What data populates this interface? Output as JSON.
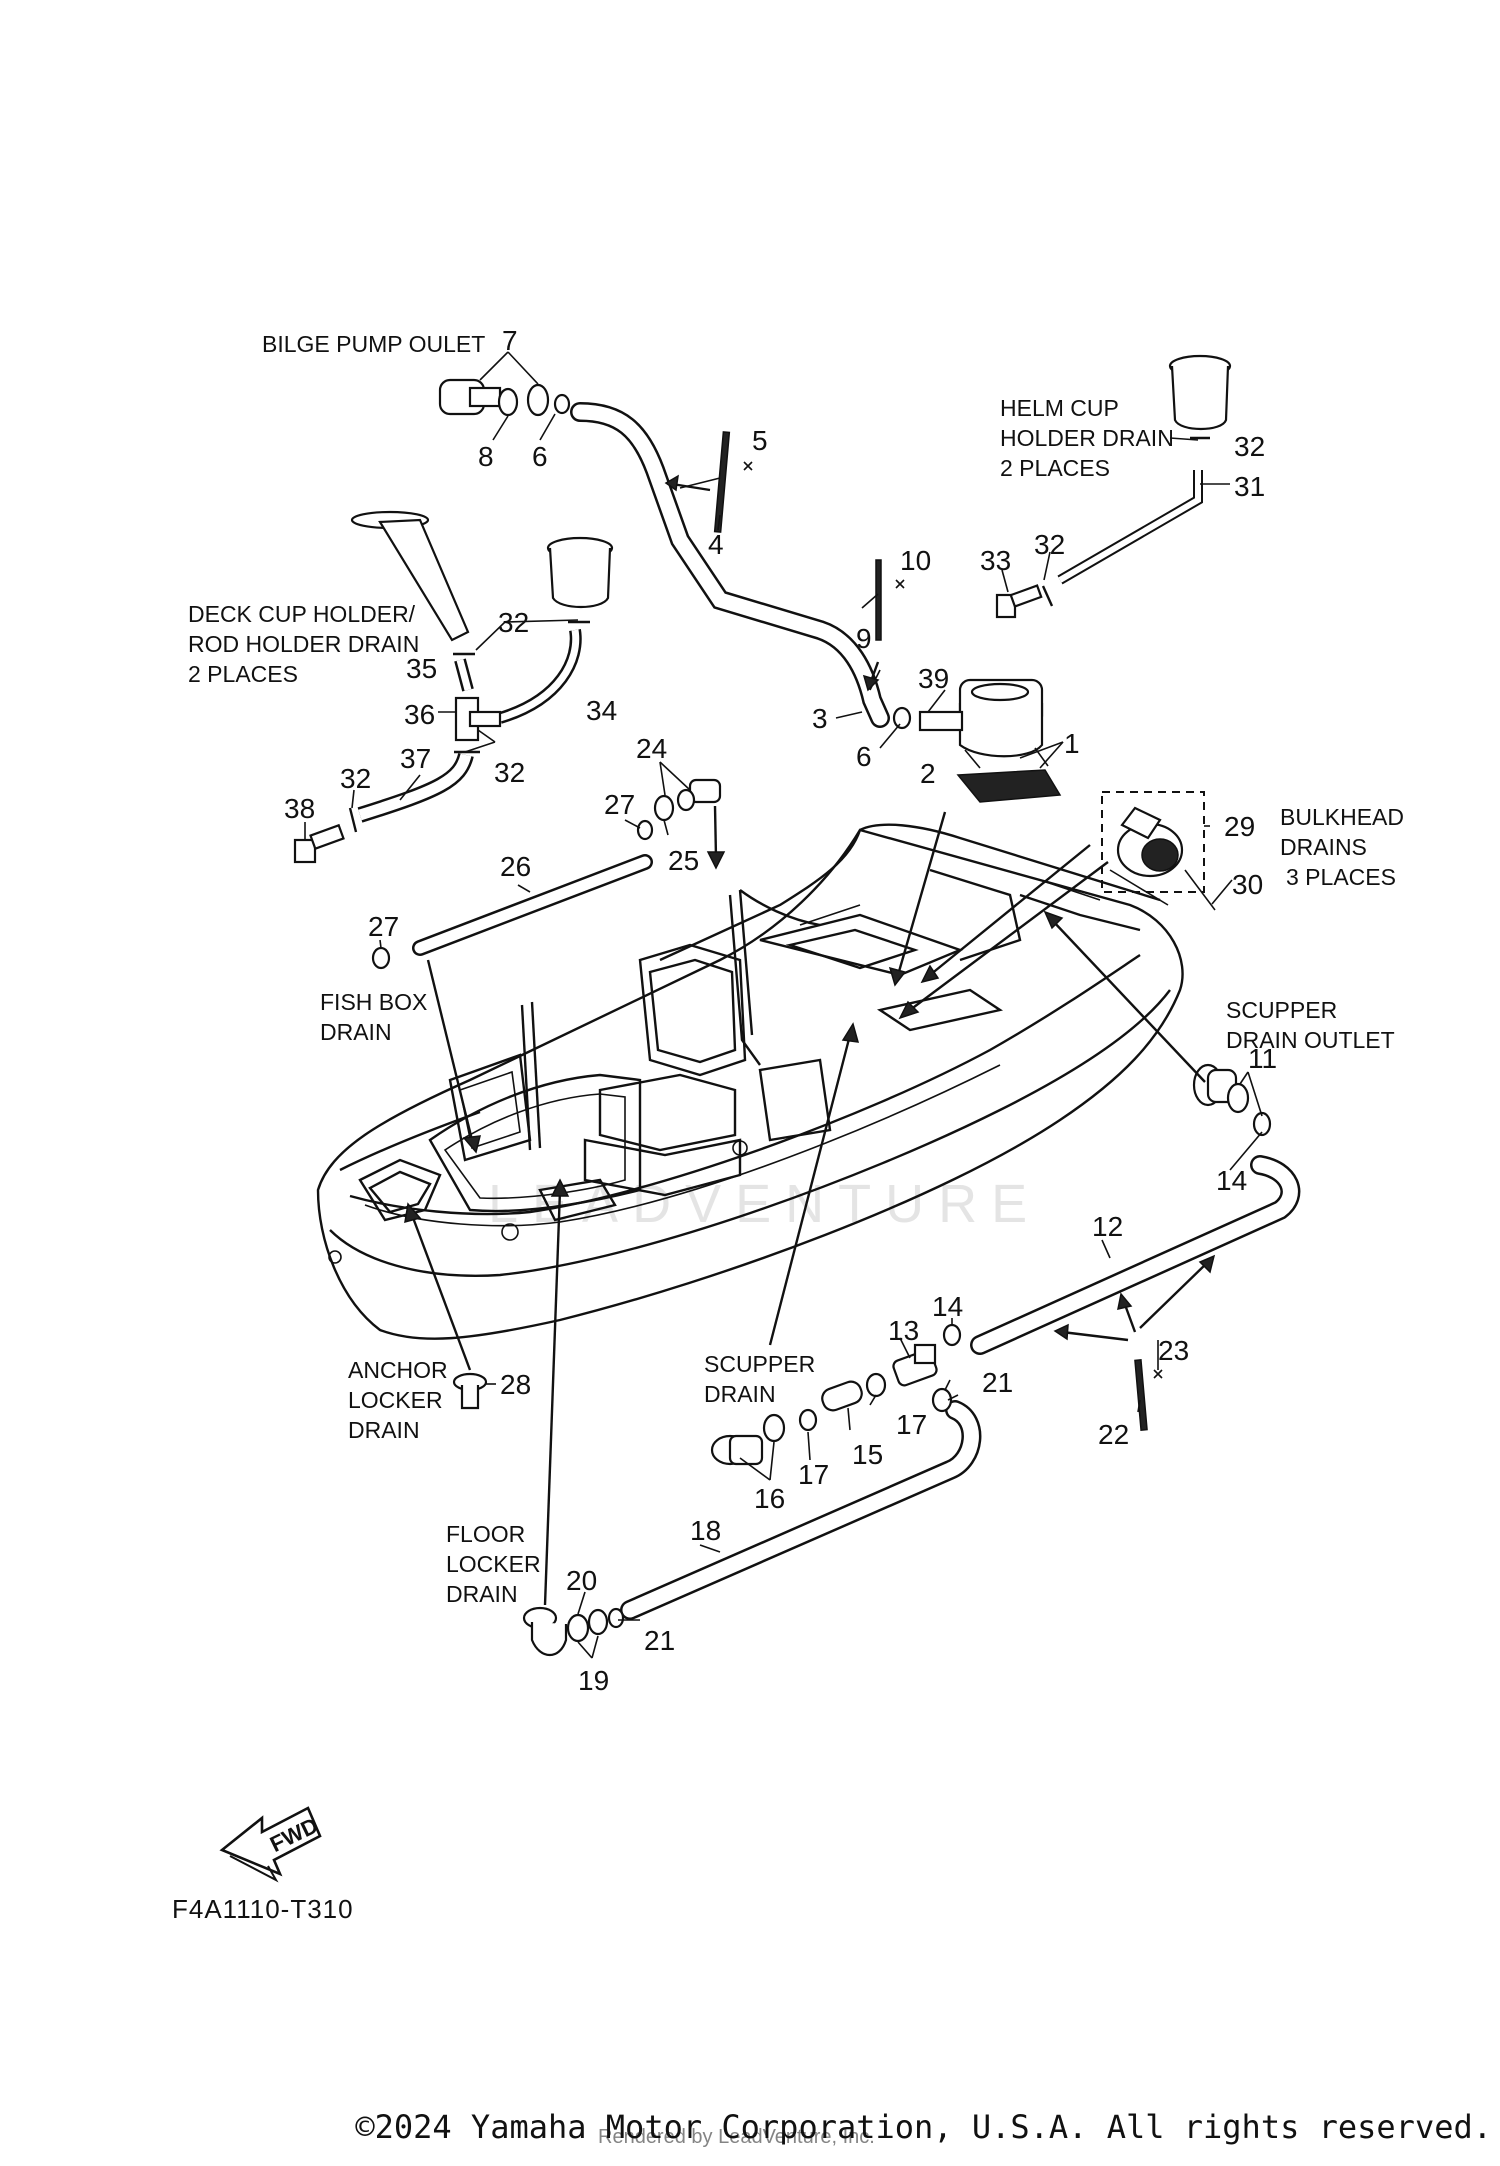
{
  "notes": {
    "bilge_pump_outlet": "BILGE PUMP OULET",
    "helm_cup_1": "HELM CUP",
    "helm_cup_2": "HOLDER DRAIN",
    "helm_cup_3": "2 PLACES",
    "deck_cup_1": "DECK CUP HOLDER/",
    "deck_cup_2": "ROD HOLDER DRAIN",
    "deck_cup_3": "2 PLACES",
    "bulkhead_1": "BULKHEAD",
    "bulkhead_2": "DRAINS",
    "bulkhead_3": "3 PLACES",
    "fish_box_1": "FISH BOX",
    "fish_box_2": "DRAIN",
    "scupper_outlet_1": "SCUPPER",
    "scupper_outlet_2": "DRAIN OUTLET",
    "anchor_1": "ANCHOR",
    "anchor_2": "LOCKER",
    "anchor_3": "DRAIN",
    "scupper_drain_1": "SCUPPER",
    "scupper_drain_2": "DRAIN",
    "floor_1": "FLOOR",
    "floor_2": "LOCKER",
    "floor_3": "DRAIN"
  },
  "parts": {
    "p1": "1",
    "p2": "2",
    "p3": "3",
    "p4": "4",
    "p5": "5",
    "p6a": "6",
    "p6b": "6",
    "p7": "7",
    "p8": "8",
    "p9": "9",
    "p10": "10",
    "p11": "11",
    "p12": "12",
    "p13": "13",
    "p14a": "14",
    "p14b": "14",
    "p15": "15",
    "p16": "16",
    "p17a": "17",
    "p17b": "17",
    "p18": "18",
    "p19": "19",
    "p20": "20",
    "p21a": "21",
    "p21b": "21",
    "p22": "22",
    "p23": "23",
    "p24": "24",
    "p25": "25",
    "p26": "26",
    "p27a": "27",
    "p27b": "27",
    "p28": "28",
    "p29": "29",
    "p30": "30",
    "p31": "31",
    "p32a": "32",
    "p32b": "32",
    "p32c": "32",
    "p32d": "32",
    "p32e": "32",
    "p33": "33",
    "p34": "34",
    "p35": "35",
    "p36": "36",
    "p37": "37",
    "p38": "38",
    "p39": "39"
  },
  "fwd_label": "FWD",
  "diagram_code": "F4A1110-T310",
  "watermark": "LEADVENTURE",
  "copyright": "©2024 Yamaha Motor Corporation, U.S.A. All rights reserved.",
  "rendered_by": "Rendered by LeadVenture, Inc."
}
